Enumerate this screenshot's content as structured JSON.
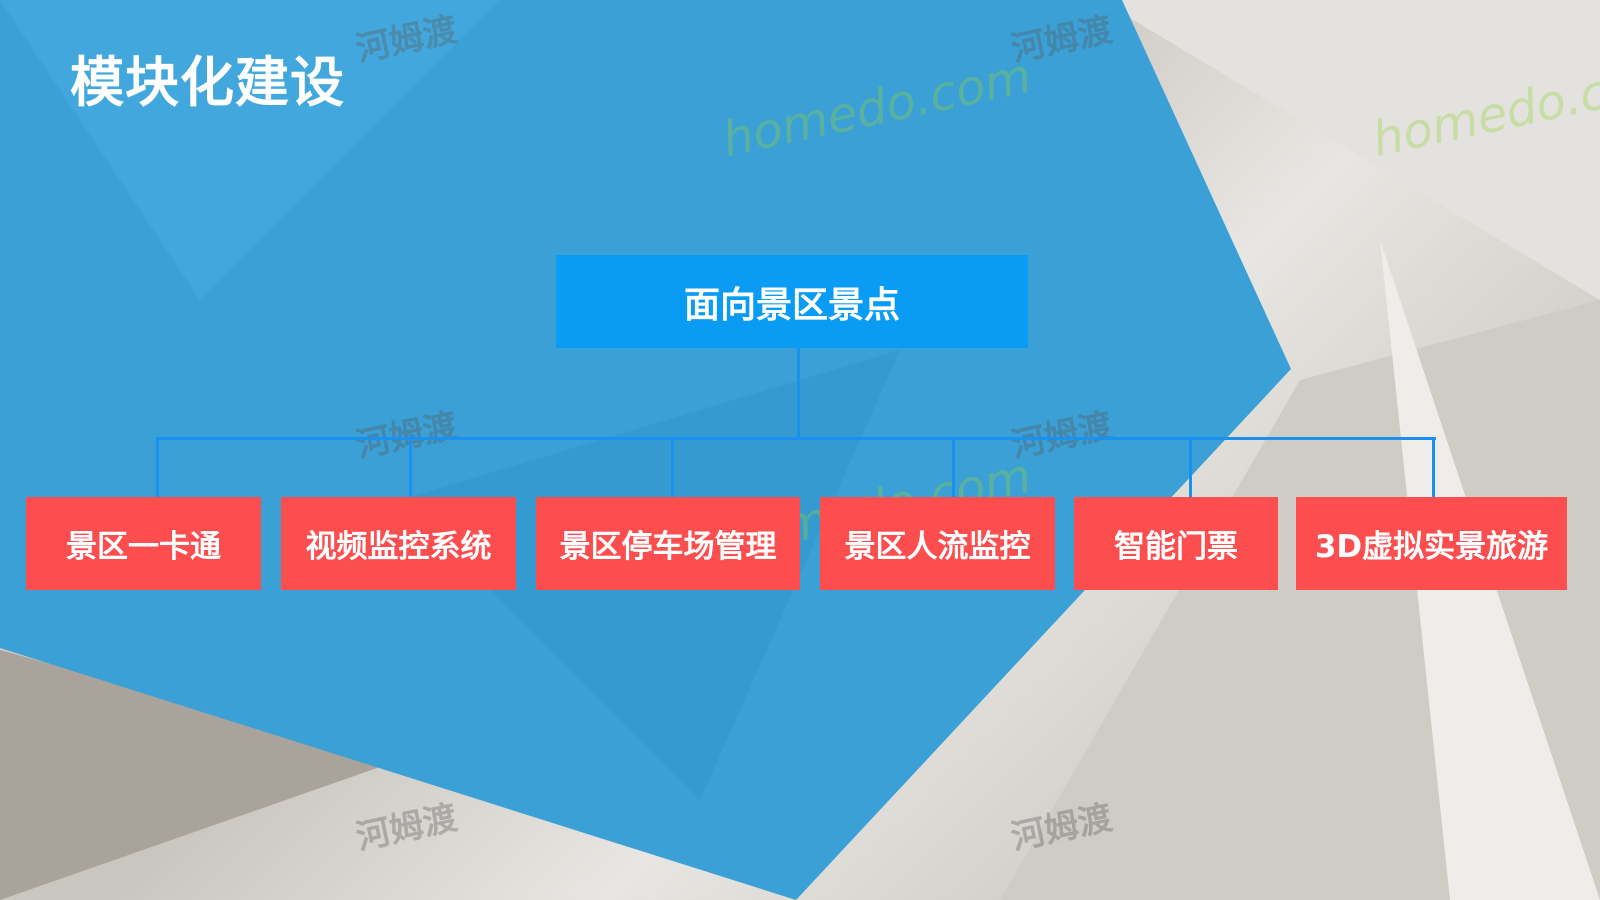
{
  "title": "模块化建设",
  "root": "面向景区景点",
  "modules": [
    "景区一卡通",
    "视频监控系统",
    "景区停车场管理",
    "景区人流监控",
    "智能门票",
    "3D虚拟实景旅游"
  ],
  "watermark": {
    "cn": "河姆渡",
    "en": "homedo.com"
  },
  "colors": {
    "root": "#0a9cf5",
    "module": "#fc4d4f",
    "connector": "#1a90f0",
    "panel": "#3aa0d6"
  }
}
